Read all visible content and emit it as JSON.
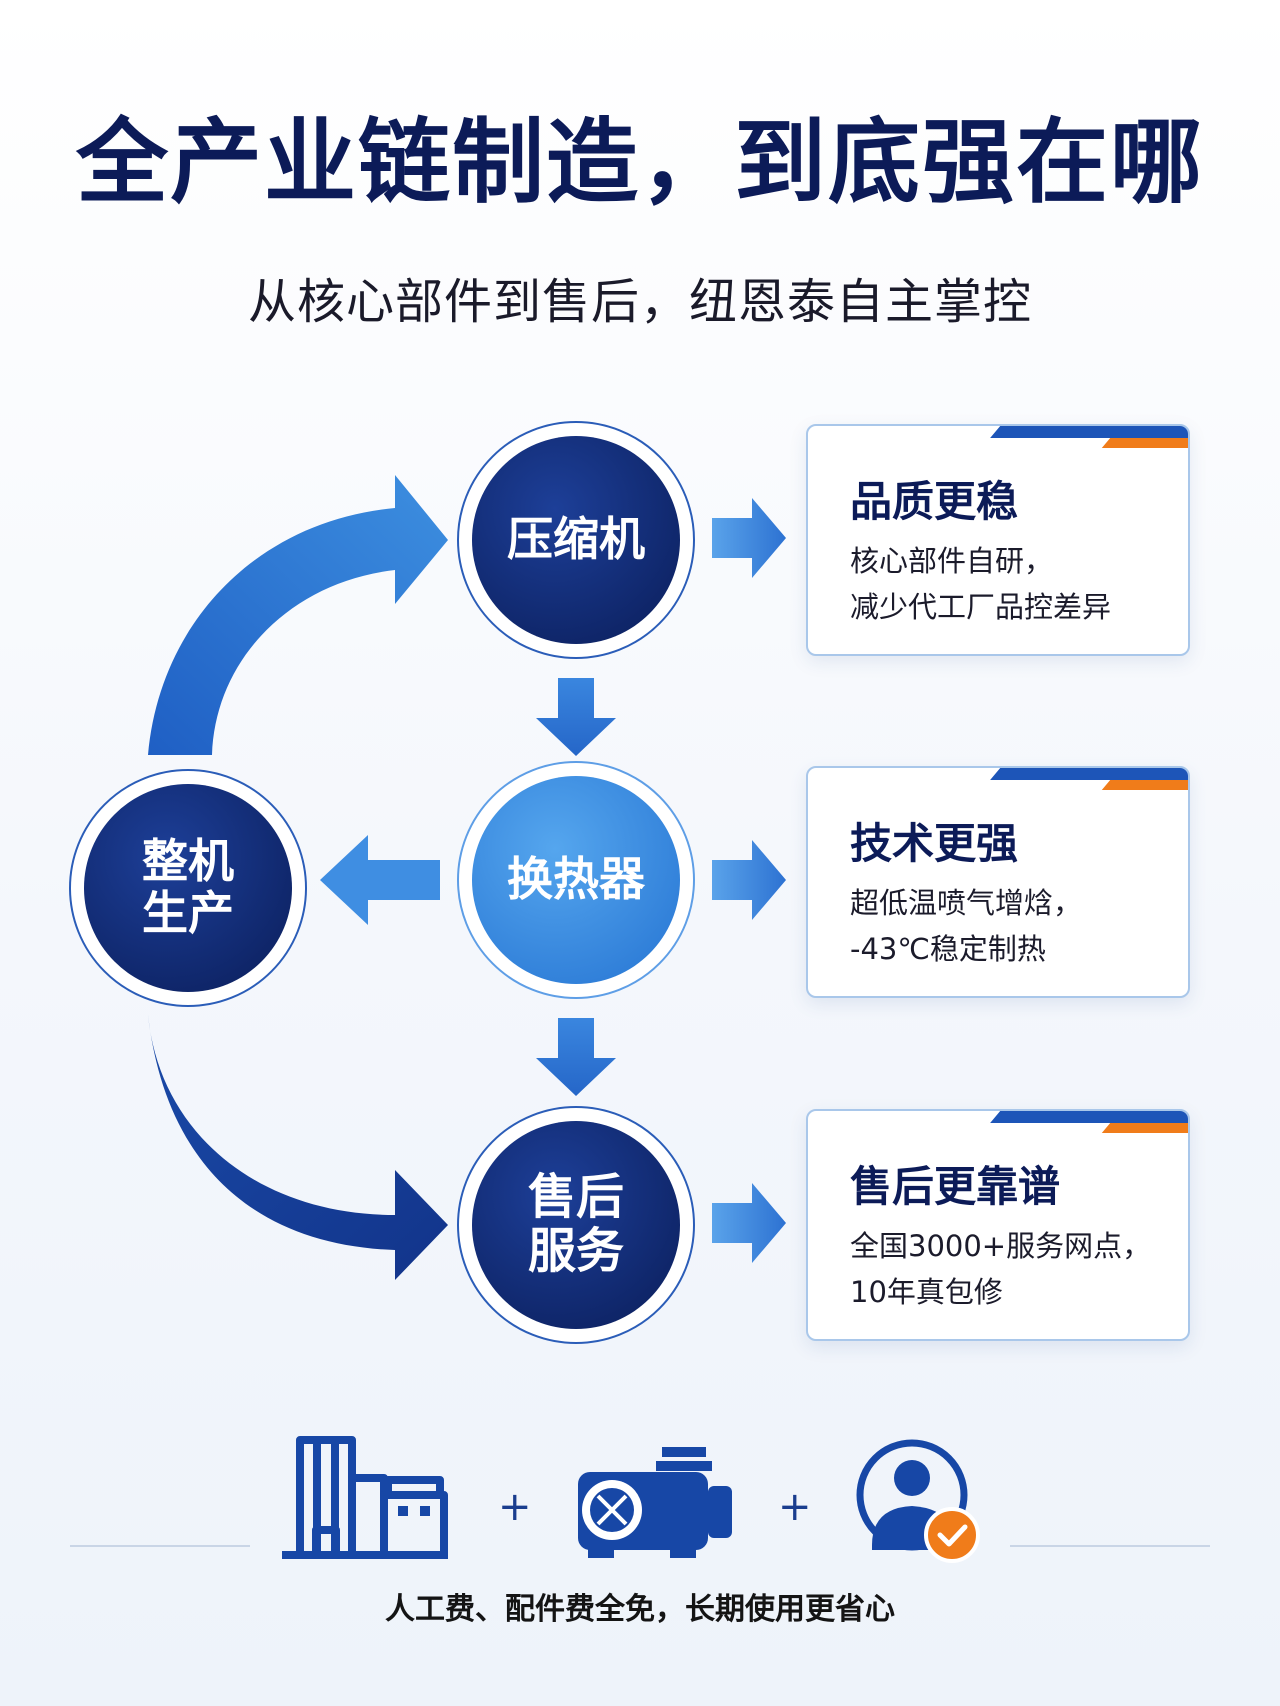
{
  "header": {
    "title": "全产业链制造，到底强在哪",
    "subtitle": "从核心部件到售后，纽恩泰自主掌控"
  },
  "nodes": {
    "compressor": "压缩机",
    "heat_exchanger": "换热器",
    "assembly_line1": "整机",
    "assembly_line2": "生产",
    "service_line1": "售后",
    "service_line2": "服务"
  },
  "cards": [
    {
      "title": "品质更稳",
      "line1": "核心部件自研，",
      "line2": "减少代工厂品控差异"
    },
    {
      "title": "技术更强",
      "line1": "超低温喷气增焓，",
      "line2": "-43℃稳定制热"
    },
    {
      "title": "售后更靠谱",
      "line1": "全国3000+服务网点，",
      "line2": "10年真包修"
    }
  ],
  "footer": {
    "plus_1": "+",
    "plus_2": "+",
    "caption": "人工费、配件费全免，长期使用更省心"
  },
  "colors": {
    "navy": "#0c1b58",
    "dark_blue_circle": "#142f7d",
    "light_blue_circle": "#3d8fe0",
    "arrow_blue": "#2f78d6",
    "accent_orange": "#f07c1a"
  }
}
